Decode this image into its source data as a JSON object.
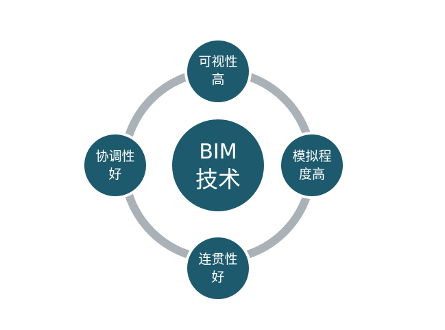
{
  "diagram": {
    "center": {
      "line1": "BIM",
      "line2": "技术"
    },
    "nodes": {
      "top": {
        "line1": "可视性",
        "line2": "高"
      },
      "right": {
        "line1": "模拟程",
        "line2": "度高"
      },
      "bottom": {
        "line1": "连贯性",
        "line2": "好"
      },
      "left": {
        "line1": "协调性",
        "line2": "好"
      }
    }
  },
  "colors": {
    "node_fill": "#1d5a6d",
    "node_stroke": "#ffffff",
    "ring": "#aab1b7",
    "text": "#ffffff"
  }
}
